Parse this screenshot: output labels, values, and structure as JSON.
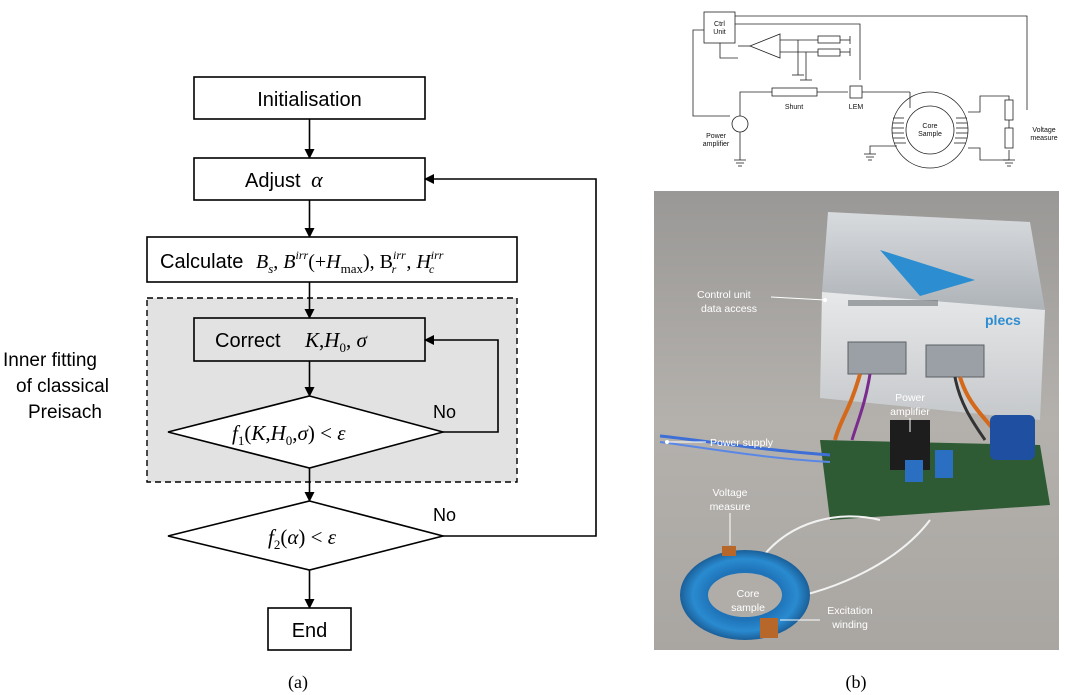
{
  "flowchart": {
    "init_label": "Initialisation",
    "adjust_label": "Adjust",
    "adjust_var": "α",
    "calc_label": "Calculate",
    "calc_expr": "B_s, B^irr(+H_max), B_r^irr, H_c^irr",
    "correct_label": "Correct",
    "correct_vars": "K, H₀, σ",
    "cond1": "f₁(K,H₀,σ) < ε",
    "cond2": "f₂(α) < ε",
    "no1": "No",
    "no2": "No",
    "end_label": "End",
    "inner_label": [
      "Inner fitting",
      "of classical",
      "Preisach"
    ]
  },
  "schematic": {
    "ctrl_unit": [
      "Ctrl",
      "Unit"
    ],
    "shunt": "Shunt",
    "lem": "LEM",
    "core_sample": [
      "Core",
      "Sample"
    ],
    "power_amplifier": [
      "Power",
      "amplifier"
    ],
    "voltage_measure": [
      "Voltage",
      "measure"
    ]
  },
  "photo": {
    "control_unit": [
      "Control unit",
      "data access"
    ],
    "brand": "plecs",
    "power_amplifier": [
      "Power",
      "amplifier"
    ],
    "power_supply": "Power supply",
    "voltage_measure": [
      "Voltage",
      "measure"
    ],
    "core_sample": [
      "Core",
      "sample"
    ],
    "excitation_winding": [
      "Excitation",
      "winding"
    ]
  },
  "captions": {
    "a": "(a)",
    "b": "(b)"
  }
}
